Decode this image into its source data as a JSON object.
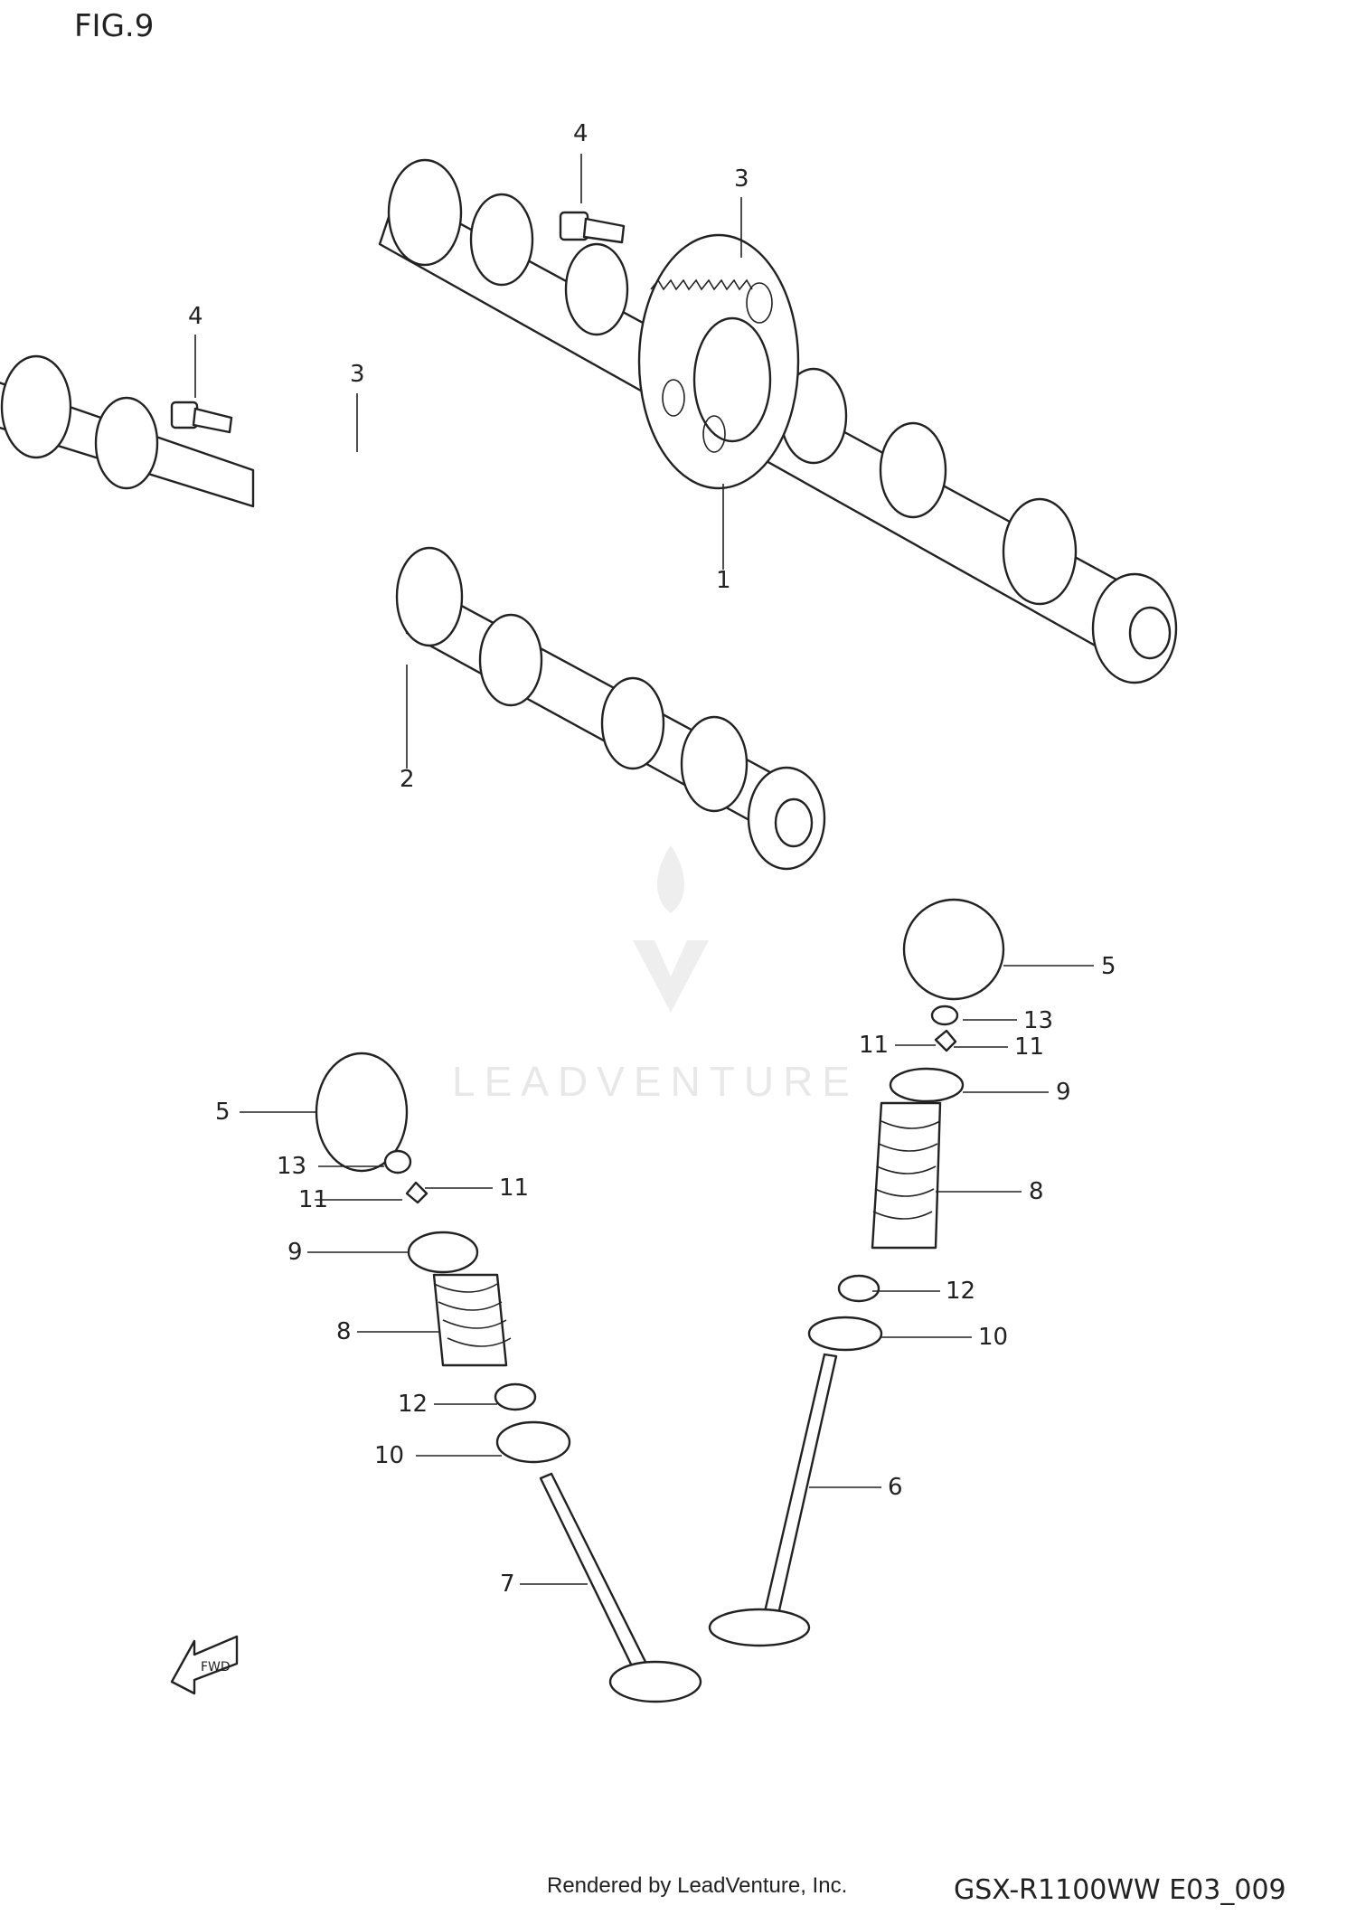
{
  "figure_title": "FIG.9",
  "callouts": {
    "c1": "1",
    "c2": "2",
    "c3a": "3",
    "c3b": "3",
    "c4a": "4",
    "c4b": "4",
    "c5a": "5",
    "c5b": "5",
    "c6": "6",
    "c7": "7",
    "c8a": "8",
    "c8b": "8",
    "c9a": "9",
    "c9b": "9",
    "c10a": "10",
    "c10b": "10",
    "c11a": "11",
    "c11b": "11",
    "c11c": "11",
    "c11d": "11",
    "c12a": "12",
    "c12b": "12",
    "c13a": "13",
    "c13b": "13"
  },
  "fwd_arrow_label": "FWD",
  "watermark": "LEADVENTURE",
  "footer": {
    "rendered_by": "Rendered by LeadVenture, Inc.",
    "diagram_code": "GSX-R1100WW  E03_009"
  }
}
